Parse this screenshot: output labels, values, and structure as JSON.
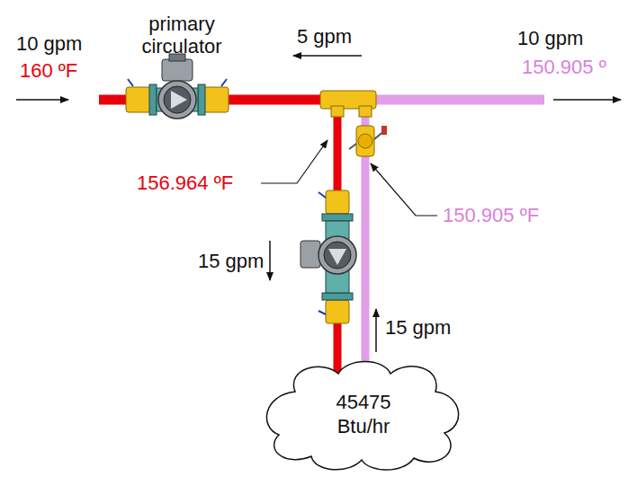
{
  "diagram": {
    "nodes": [
      {
        "text": [
          "45475 Btu/hr"
        ]
      }
    ],
    "labels": [
      "primary circulator",
      "10 gpm",
      "160 ºF",
      "5 gpm",
      "10 gpm",
      "150.905 º",
      "156.964 ºF",
      "150.905 ºF",
      "15 gpm",
      "15 gpm"
    ]
  }
}
